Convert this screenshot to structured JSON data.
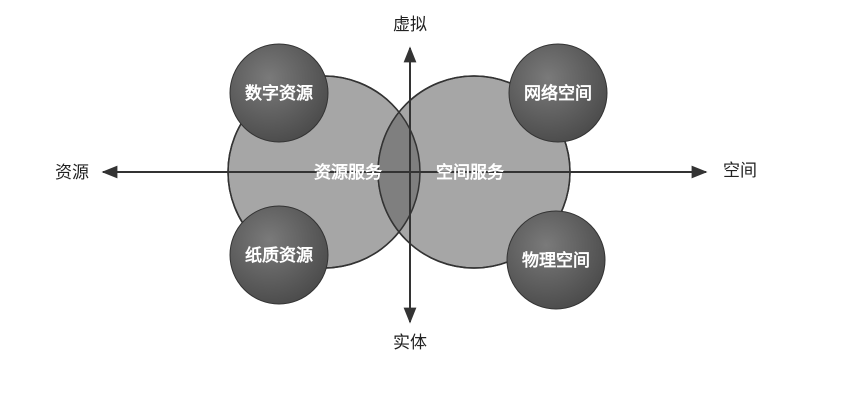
{
  "axes": {
    "top": "虚拟",
    "bottom": "实体",
    "left": "资源",
    "right": "空间"
  },
  "center_circles": {
    "left": "资源服务",
    "right": "空间服务"
  },
  "corner_circles": {
    "top_left": "数字资源",
    "bottom_left": "纸质资源",
    "top_right": "网络空间",
    "bottom_right": "物理空间"
  },
  "colors": {
    "large_circle_fill": "#a6a6a6",
    "overlap_fill": "#7f7f7f",
    "corner_circle_fill": "#5c5c5c",
    "stroke": "#333333",
    "axis": "#333333"
  }
}
